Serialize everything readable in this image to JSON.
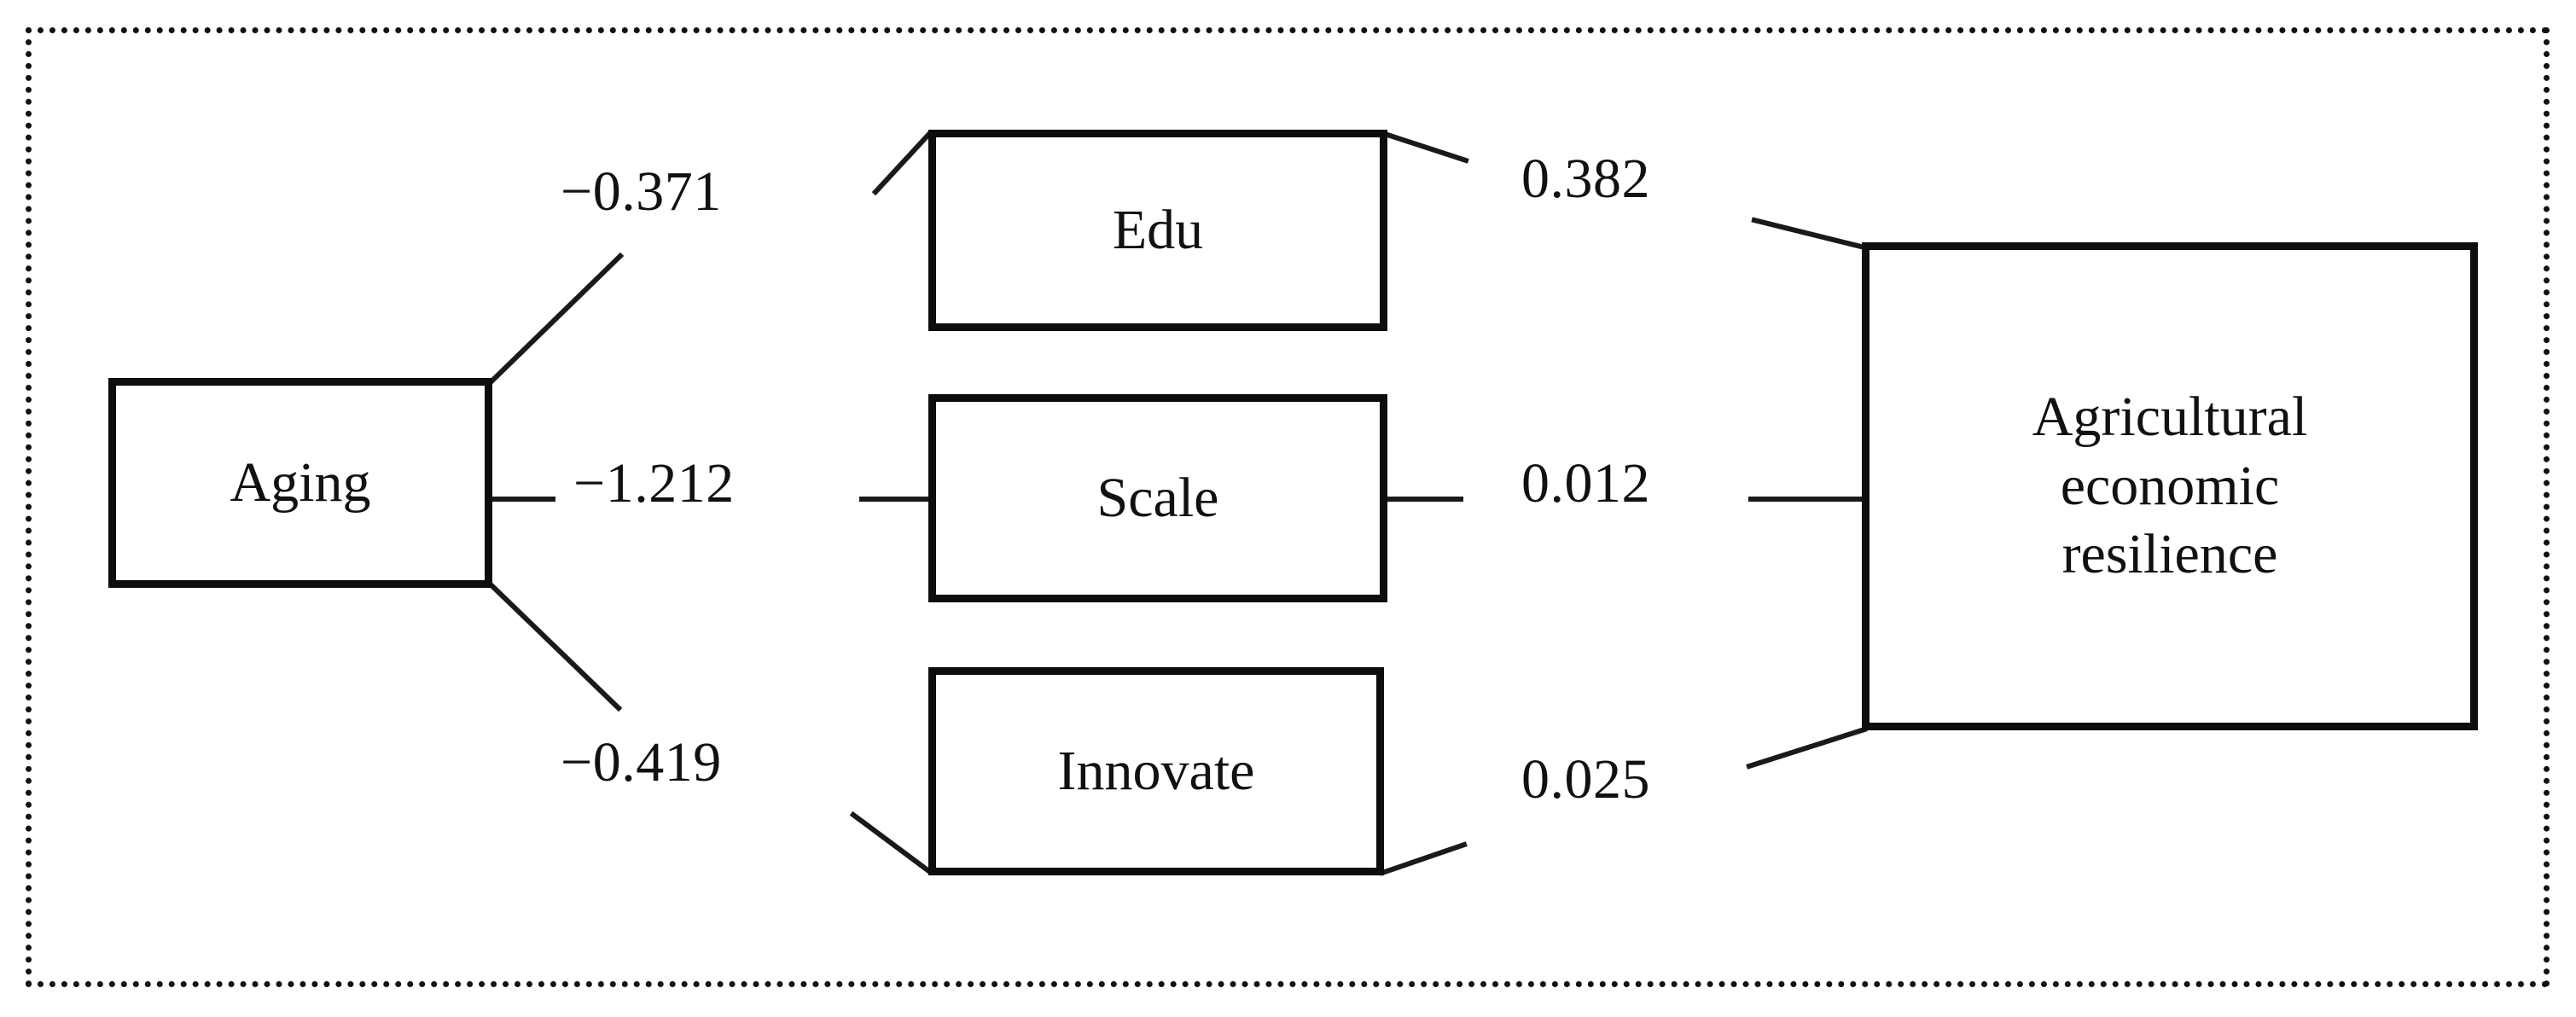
{
  "figure": {
    "frame_style": "dotted-border",
    "background_color": "#ffffff",
    "line_color": "#111111"
  },
  "nodes": {
    "aging": "Aging",
    "edu": "Edu",
    "scale": "Scale",
    "innovate": "Innovate",
    "outcome": "Agricultural\neconomic\nresilience"
  },
  "edges": {
    "aging_to_edu": "−0.371",
    "aging_to_scale": "−1.212",
    "aging_to_innovate": "−0.419",
    "edu_to_outcome": "0.382",
    "scale_to_outcome": "0.012",
    "innovate_to_outcome": "0.025"
  },
  "chart_data": {
    "type": "diagram",
    "title": "",
    "diagram_kind": "mediation path diagram",
    "nodes": [
      {
        "id": "aging",
        "label": "Aging",
        "role": "independent variable",
        "column": 1
      },
      {
        "id": "edu",
        "label": "Edu",
        "role": "mediator",
        "column": 2
      },
      {
        "id": "scale",
        "label": "Scale",
        "role": "mediator",
        "column": 2
      },
      {
        "id": "innovate",
        "label": "Innovate",
        "role": "mediator",
        "column": 2
      },
      {
        "id": "outcome",
        "label": "Agricultural economic resilience",
        "role": "dependent variable",
        "column": 3
      }
    ],
    "links": [
      {
        "from": "aging",
        "to": "edu",
        "coefficient": -0.371,
        "label": "−0.371"
      },
      {
        "from": "aging",
        "to": "scale",
        "coefficient": -1.212,
        "label": "−1.212"
      },
      {
        "from": "aging",
        "to": "innovate",
        "coefficient": -0.419,
        "label": "−0.419"
      },
      {
        "from": "edu",
        "to": "outcome",
        "coefficient": 0.382,
        "label": "0.382"
      },
      {
        "from": "scale",
        "to": "outcome",
        "coefficient": 0.012,
        "label": "0.012"
      },
      {
        "from": "innovate",
        "to": "outcome",
        "coefficient": 0.025,
        "label": "0.025"
      }
    ]
  }
}
